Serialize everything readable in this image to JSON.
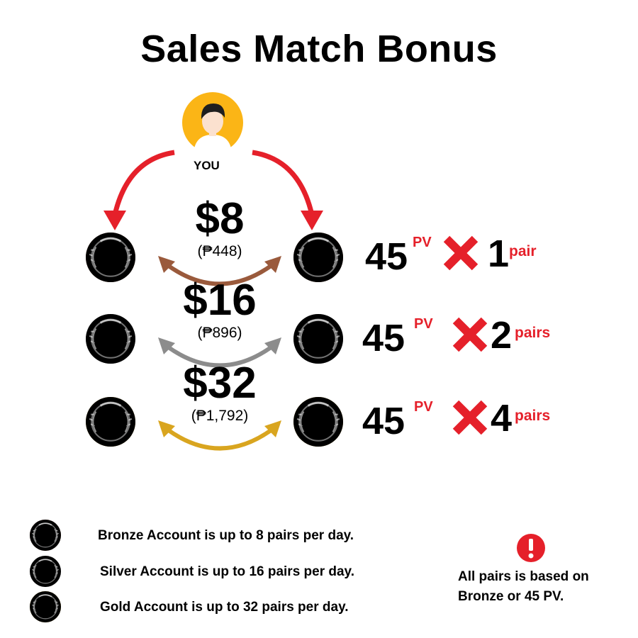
{
  "title": "Sales Match Bonus",
  "user": {
    "label": "YOU",
    "avatar_icon": "user-avatar-icon"
  },
  "colors": {
    "arrow_red": "#e5202a",
    "bronze": "#b9785a",
    "silver": "#b8b8b8",
    "gold": "#e2b42a",
    "bronze_arrow": "#9a5a3c",
    "silver_arrow": "#8c8c8c",
    "gold_arrow": "#d9a51f",
    "avatar_bg": "#fbb516"
  },
  "tiers": [
    {
      "tier": "bronze",
      "amount": "$8",
      "local": "(₱448)",
      "pv_value": "45",
      "pv_unit": "PV",
      "multiplier": "1",
      "pair_word": "pair"
    },
    {
      "tier": "silver",
      "amount": "$16",
      "local": "(₱896)",
      "pv_value": "45",
      "pv_unit": "PV",
      "multiplier": "2",
      "pair_word": "pairs"
    },
    {
      "tier": "gold",
      "amount": "$32",
      "local": "(₱1,792)",
      "pv_value": "45",
      "pv_unit": "PV",
      "multiplier": "4",
      "pair_word": "pairs"
    }
  ],
  "legend": [
    {
      "tier": "bronze",
      "text": "Bronze Account is up to 8 pairs per day."
    },
    {
      "tier": "silver",
      "text": "Silver Account is up to 16 pairs per day."
    },
    {
      "tier": "gold",
      "text": "Gold Account is up to 32 pairs per day."
    }
  ],
  "note": {
    "icon": "exclamation-icon",
    "line1": "All pairs is based on",
    "line2": "Bronze or 45 PV."
  }
}
